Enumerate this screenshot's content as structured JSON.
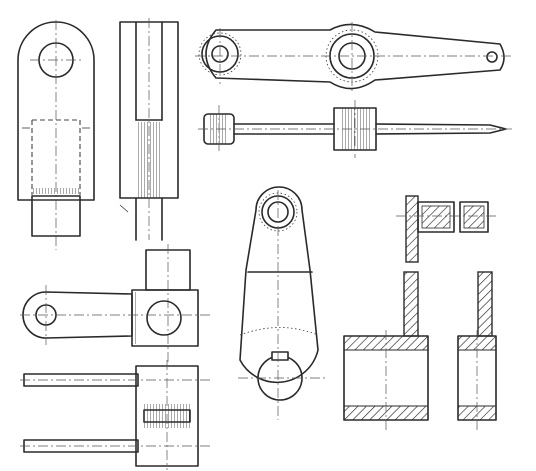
{
  "drawing": {
    "kind": "engineering-line-drawing",
    "figures": [
      "rod-end-front-view",
      "rod-end-side-view",
      "double-eye-lever-top-view",
      "double-eye-lever-side-view",
      "bracket-clamp-front-view",
      "bracket-clamp-bottom-view",
      "crank-arm-view",
      "bushing-and-plate-section"
    ],
    "stroke_color": "#2a2a2a",
    "background": "#ffffff"
  }
}
